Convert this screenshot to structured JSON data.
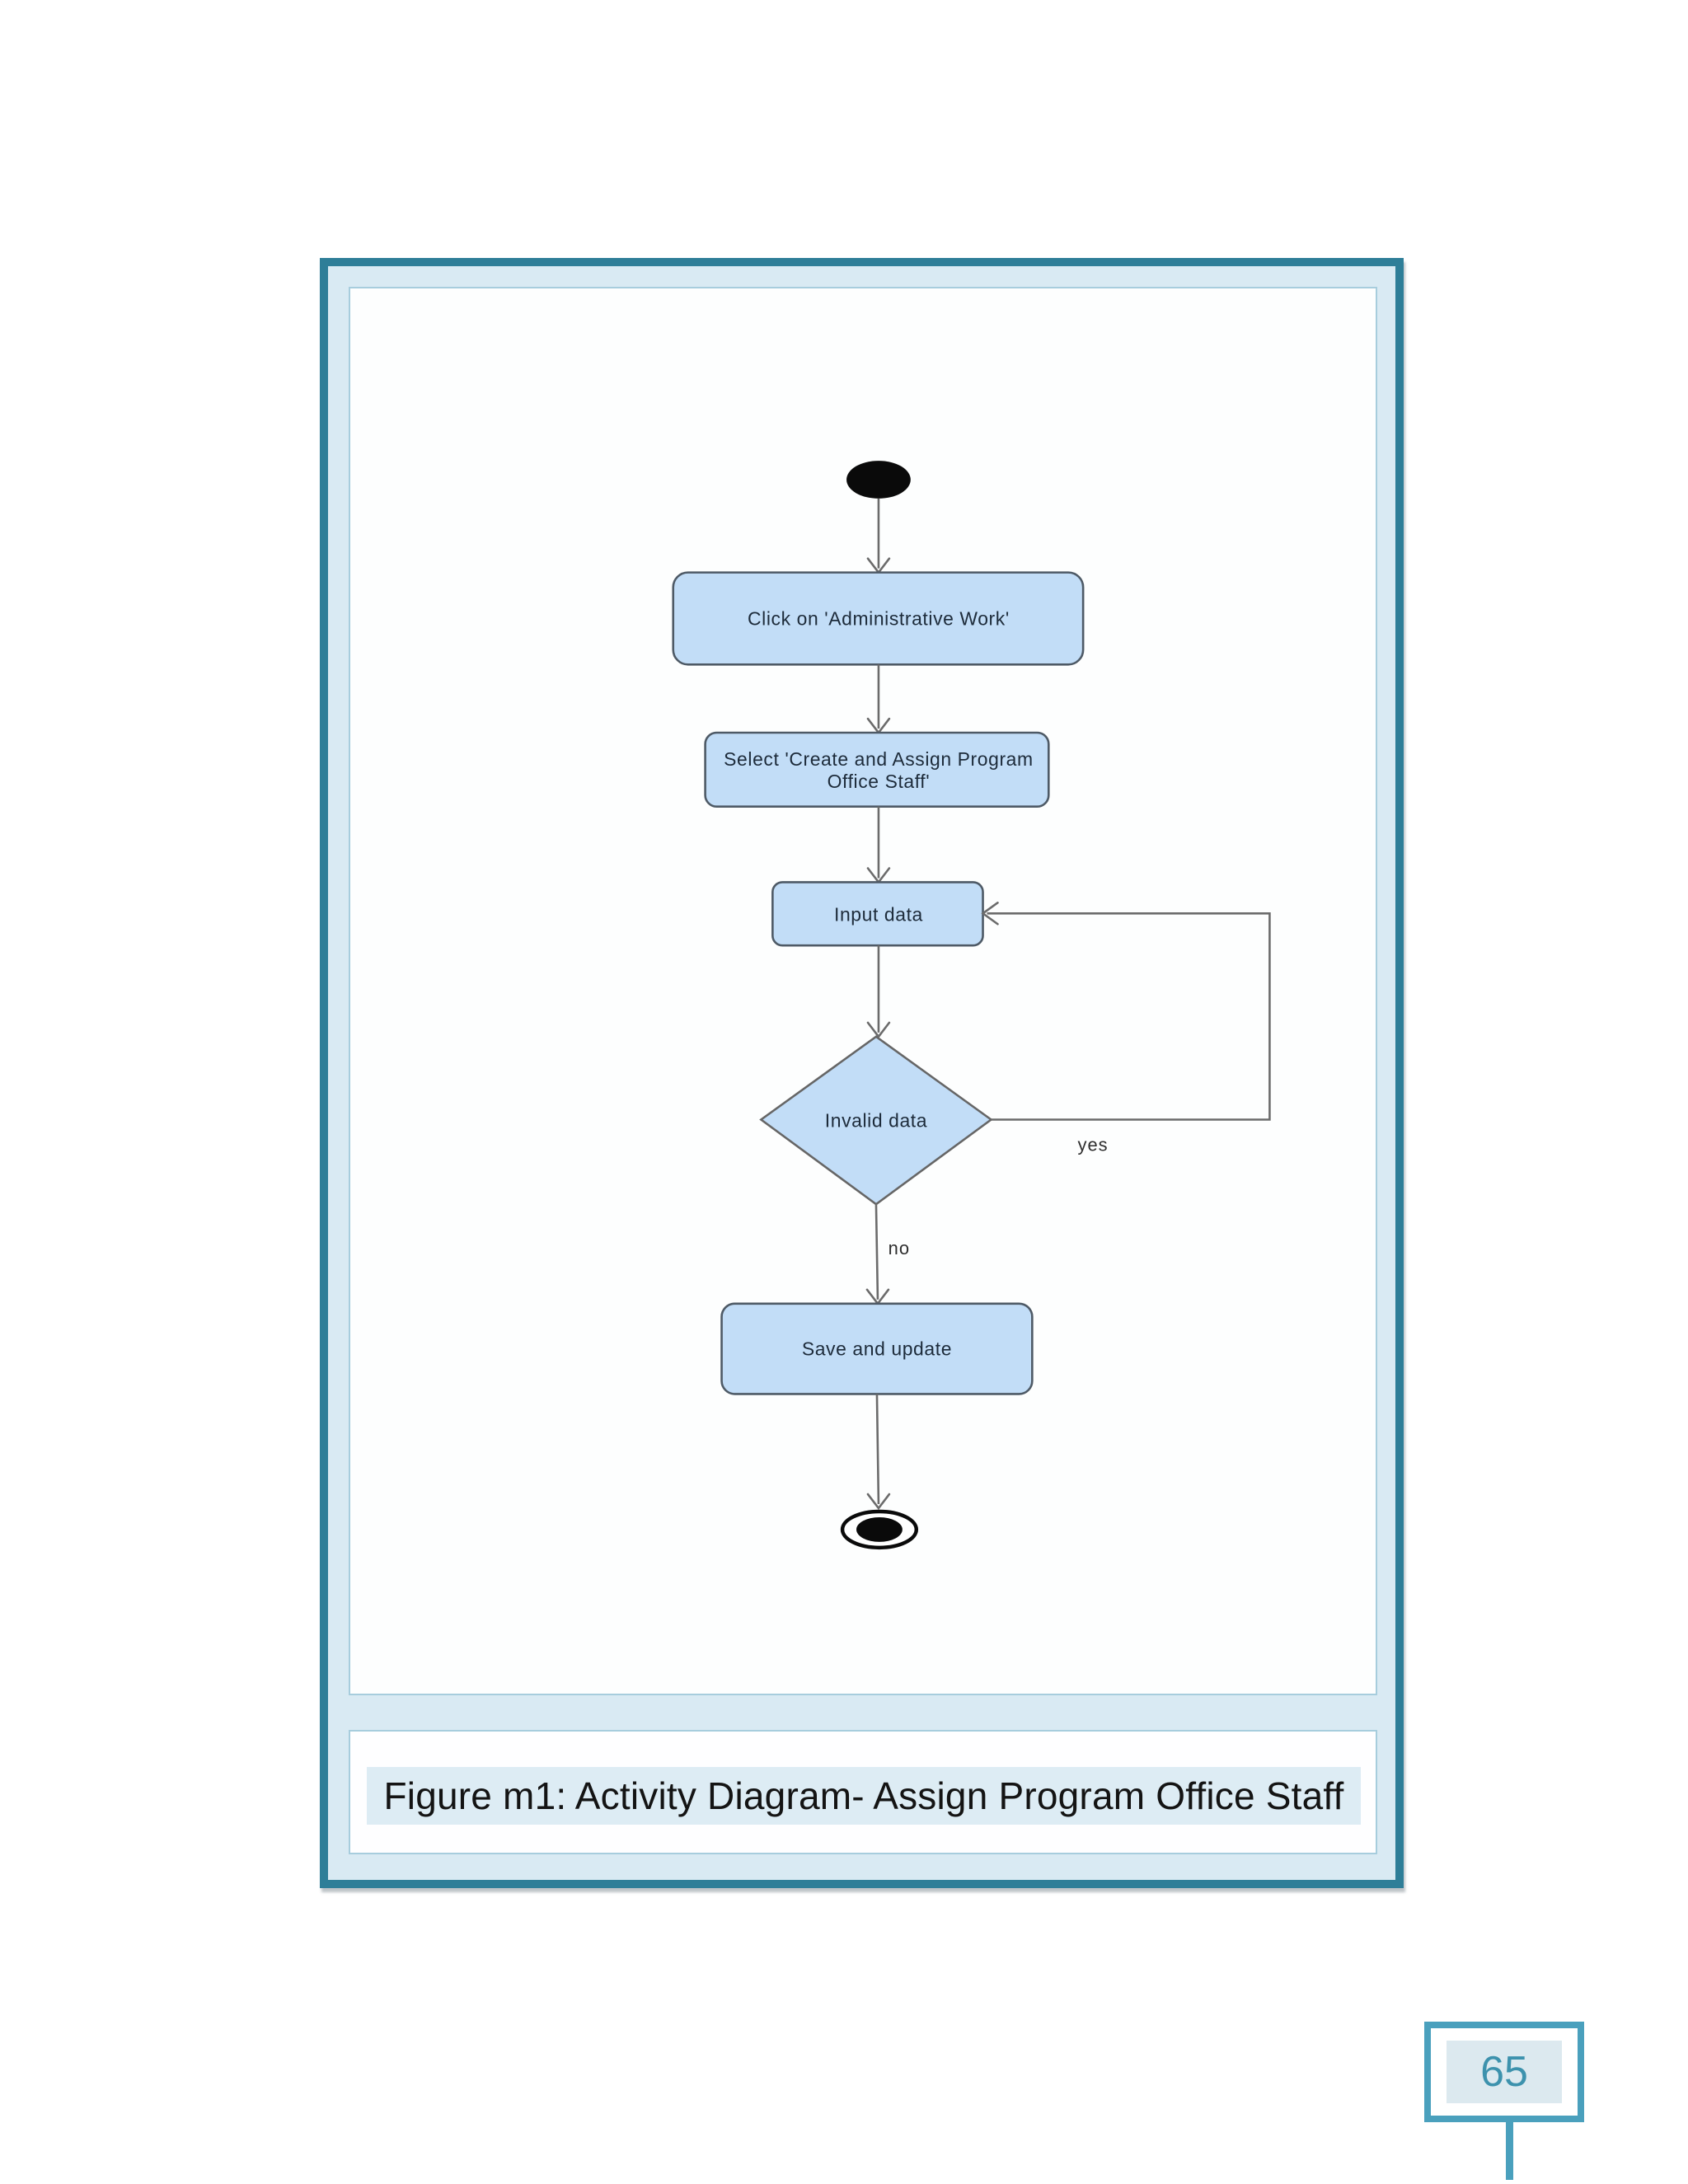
{
  "figure": {
    "caption": "Figure m1: Activity Diagram- Assign Program Office Staff"
  },
  "page": {
    "number": "65"
  },
  "diagram": {
    "type": "uml-activity-diagram",
    "nodes": [
      {
        "id": "start",
        "kind": "initial",
        "label": ""
      },
      {
        "id": "a1",
        "kind": "action",
        "label": "Click on 'Administrative Work'"
      },
      {
        "id": "a2",
        "kind": "action",
        "label": "Select 'Create and Assign Program Office Staff'",
        "label_line1": "Select 'Create and Assign Program",
        "label_line2": "Office Staff'"
      },
      {
        "id": "a3",
        "kind": "action",
        "label": "Input data"
      },
      {
        "id": "d1",
        "kind": "decision",
        "label": "Invalid data"
      },
      {
        "id": "a4",
        "kind": "action",
        "label": "Save and update"
      },
      {
        "id": "end",
        "kind": "final",
        "label": ""
      }
    ],
    "edges": [
      {
        "from": "start",
        "to": "a1",
        "label": ""
      },
      {
        "from": "a1",
        "to": "a2",
        "label": ""
      },
      {
        "from": "a2",
        "to": "a3",
        "label": ""
      },
      {
        "from": "a3",
        "to": "d1",
        "label": ""
      },
      {
        "from": "d1",
        "to": "a3",
        "label": "yes"
      },
      {
        "from": "d1",
        "to": "a4",
        "label": "no"
      },
      {
        "from": "a4",
        "to": "end",
        "label": ""
      }
    ],
    "edge_labels": {
      "yes": "yes",
      "no": "no"
    },
    "colors": {
      "node_fill": "#c2ddf7",
      "node_border": "#4e5a66",
      "flow_line": "#6b6b6b",
      "node_text": "#1d2b3a",
      "frame_teal": "#2e7e98",
      "frame_inner_bg": "#d9eaf3",
      "panel_border": "#a7cddd",
      "caption_strip_bg": "#ddecf4",
      "badge_border_teal": "#4aa0bd",
      "badge_fill": "#dce9ef",
      "badge_text": "#3d92ad"
    }
  }
}
